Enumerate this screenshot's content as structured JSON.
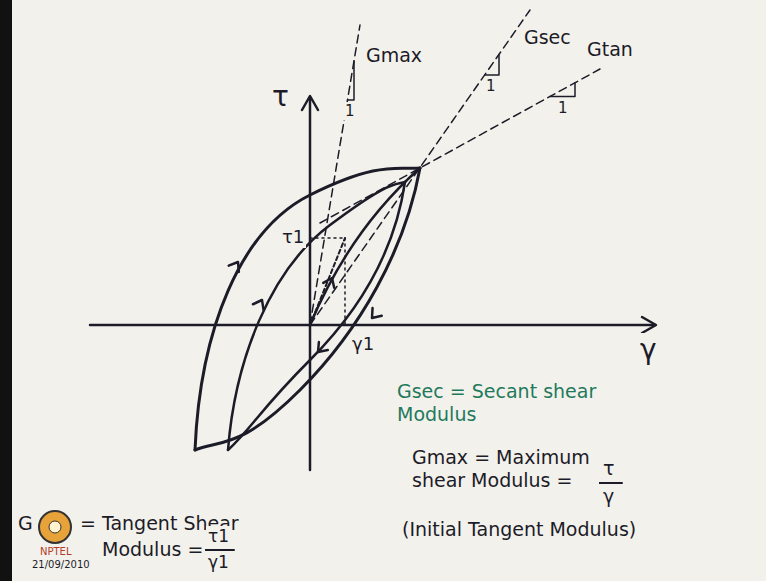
{
  "diagram": {
    "labels": [
      "τ",
      "γ",
      "Gmax",
      "1",
      "Gsec",
      "1",
      "Gtan",
      "1",
      "τ1",
      "γ1",
      "Gsec = Secant shear Modulus",
      "Gmax = Maximum shear Modulus =",
      "τ",
      "γ",
      "(Initial Tangent Modulus)",
      "G",
      "= Tangent Shear",
      "Modulus =",
      "τ1",
      "γ1",
      "NPTEL",
      "21/09/2010"
    ]
  }
}
